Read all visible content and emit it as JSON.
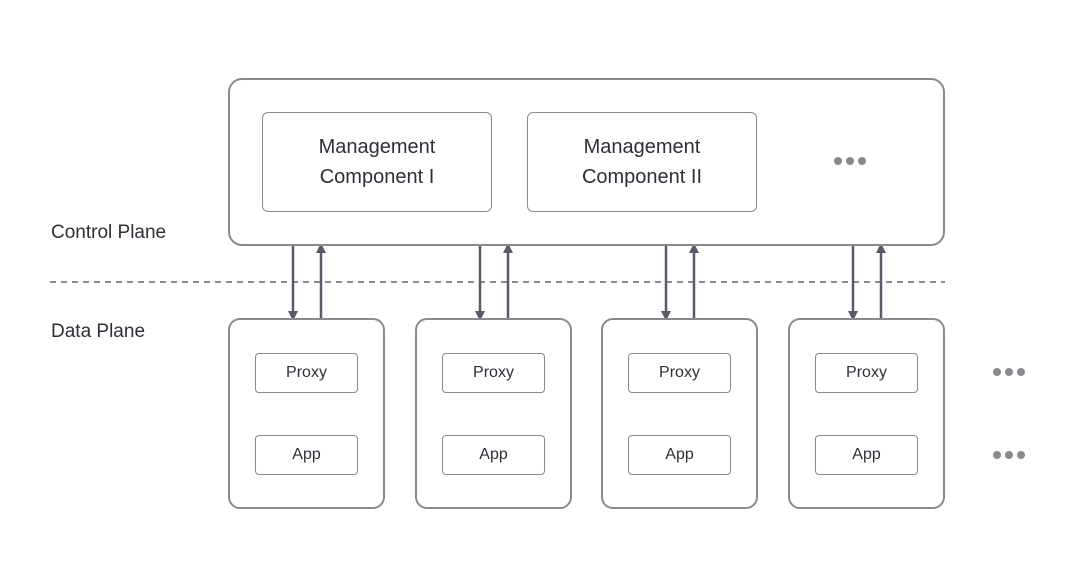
{
  "control_plane": {
    "label": "Control Plane",
    "components": [
      {
        "label": "Management\nComponent I"
      },
      {
        "label": "Management\nComponent II"
      }
    ],
    "more_indicator": "..."
  },
  "data_plane": {
    "label": "Data Plane",
    "pods": [
      {
        "proxy_label": "Proxy",
        "app_label": "App"
      },
      {
        "proxy_label": "Proxy",
        "app_label": "App"
      },
      {
        "proxy_label": "Proxy",
        "app_label": "App"
      },
      {
        "proxy_label": "Proxy",
        "app_label": "App"
      }
    ],
    "more_indicator": "..."
  },
  "colors": {
    "border": "#8a8a8e",
    "arrow": "#5a5a6b",
    "divider": "#8a8a8e",
    "text": "#2f2f38"
  }
}
